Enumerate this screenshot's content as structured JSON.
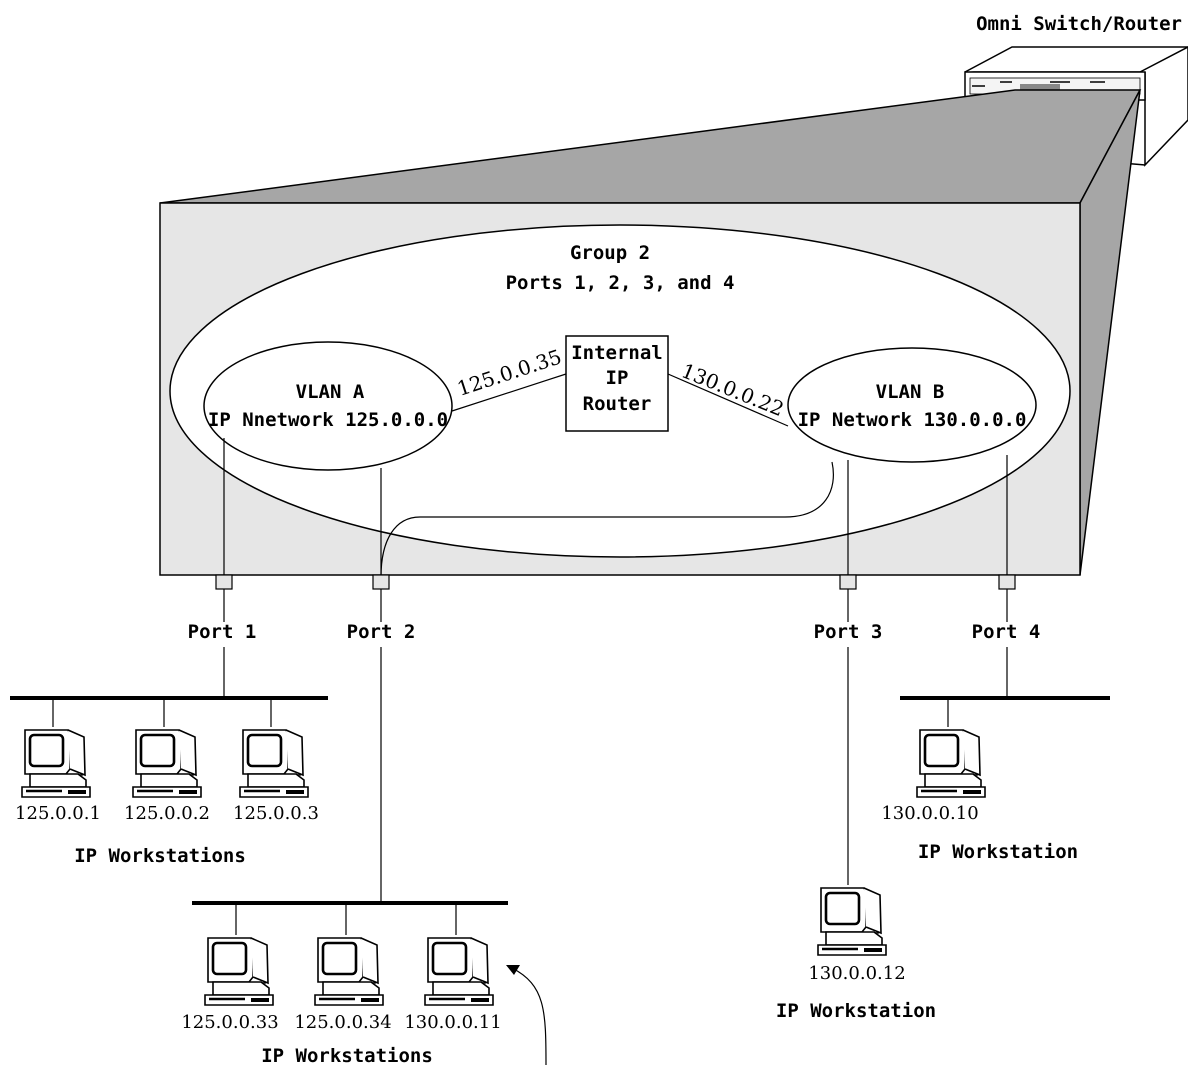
{
  "device": {
    "title": "Omni Switch/Router"
  },
  "group": {
    "line1": "Group 2",
    "line2": "Ports 1, 2, 3, and 4"
  },
  "router": {
    "line1": "Internal",
    "line2": "IP",
    "line3": "Router"
  },
  "vlan_a": {
    "name": "VLAN A",
    "network": "IP Nnetwork 125.0.0.0",
    "router_ip": "125.0.0.35"
  },
  "vlan_b": {
    "name": "VLAN B",
    "network": "IP Network 130.0.0.0",
    "router_ip": "130.0.0.22"
  },
  "ports": [
    "Port 1",
    "Port 2",
    "Port 3",
    "Port 4"
  ],
  "segments": {
    "port1": {
      "ips": [
        "125.0.0.1",
        "125.0.0.2",
        "125.0.0.3"
      ],
      "caption": "IP Workstations"
    },
    "port2": {
      "ips": [
        "125.0.0.33",
        "125.0.0.34",
        "130.0.0.11"
      ],
      "caption": "IP Workstations"
    },
    "port3": {
      "ips": [
        "130.0.0.12"
      ],
      "caption": "IP Workstation"
    },
    "port4": {
      "ips": [
        "130.0.0.10"
      ],
      "caption": "IP Workstation"
    }
  },
  "colors": {
    "front_panel": "#e6e6e6",
    "side_panel": "#a6a6a6",
    "line": "#000000"
  }
}
